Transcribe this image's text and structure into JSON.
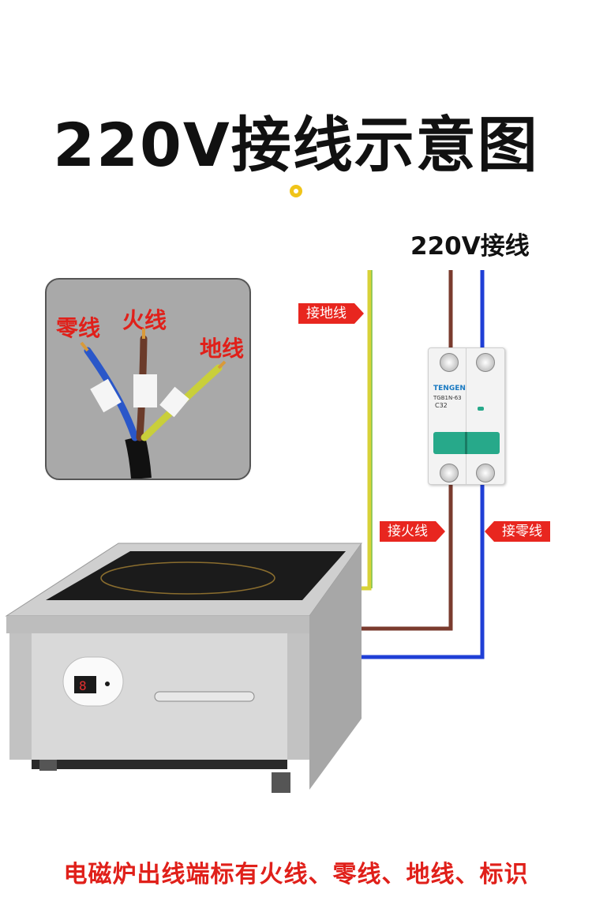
{
  "title": "220V接线示意图",
  "subtitle": "220V接线",
  "caption": "电磁炉出线端标有火线、零线、地线、标识",
  "tags": {
    "ground": "接地线",
    "live": "接火线",
    "neutral": "接零线"
  },
  "inset_labels": {
    "neutral": "零线",
    "live": "火线",
    "ground": "地线"
  },
  "breaker": {
    "brand": "TENGEN",
    "model": "TGB1N-63",
    "rating": "C32"
  },
  "colors": {
    "live_wire": "#7a3b2e",
    "neutral_wire": "#1f3fd6",
    "ground_wire": "#d8d238",
    "tag_bg": "#e8261f",
    "breaker_green": "#27a98a"
  },
  "icons": [
    "title-dot-icon"
  ]
}
